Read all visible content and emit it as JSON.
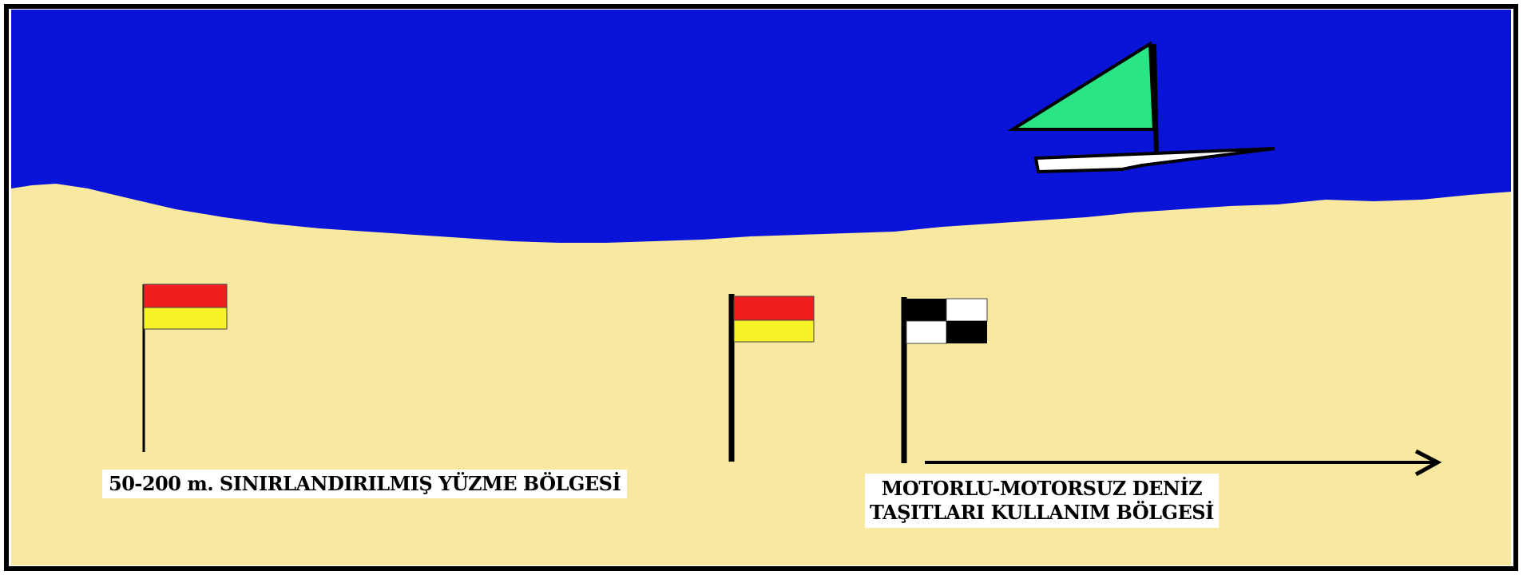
{
  "colors": {
    "sea": "#0a14d8",
    "sand": "#f8e8a0",
    "sail": "#29e585",
    "hull": "#ffffff",
    "flag_red": "#ef1f1f",
    "flag_yellow": "#f8f22a",
    "checker_black": "#000000",
    "checker_white": "#ffffff",
    "frame": "#000000"
  },
  "labels": {
    "swimming_zone": "50-200 m. SINIRLANDIRILMIŞ YÜZME BÖLGESİ",
    "craft_zone_line1": "MOTORLU-MOTORSUZ DENİZ",
    "craft_zone_line2": "TAŞITLARI KULLANIM BÖLGESİ"
  },
  "icons": {
    "swim_flag": "red-yellow-flag-icon",
    "craft_flag": "checkered-flag-icon",
    "boat": "sailboat-icon",
    "direction": "arrow-right-icon"
  }
}
